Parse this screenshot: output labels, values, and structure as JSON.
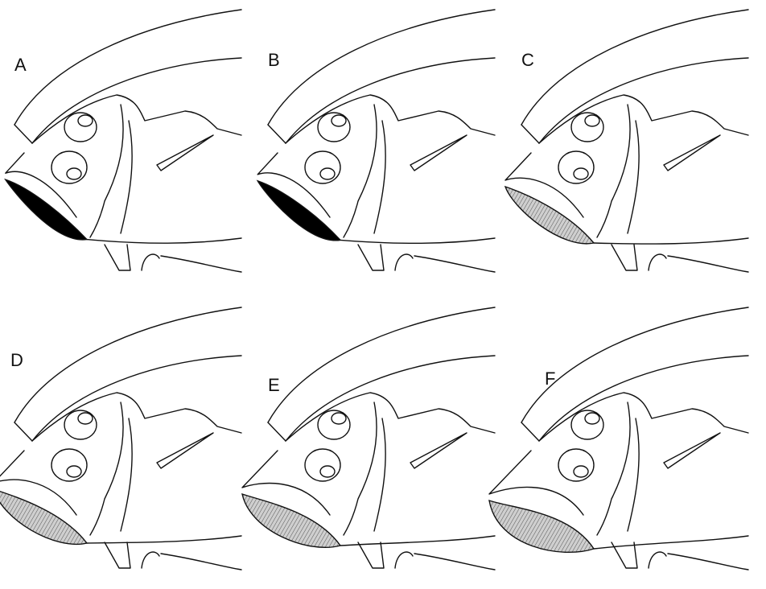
{
  "panels": [
    {
      "label": "A",
      "gape_level": 0.08
    },
    {
      "label": "B",
      "gape_level": 0.12
    },
    {
      "label": "C",
      "gape_level": 0.3
    },
    {
      "label": "D",
      "gape_level": 0.45
    },
    {
      "label": "E",
      "gape_level": 0.6
    },
    {
      "label": "F",
      "gape_level": 0.8
    }
  ],
  "colors": {
    "line": "#111111",
    "buccal_fill_closed": "#000000",
    "buccal_fill_open": "#a9a9a9",
    "background": "#ffffff"
  }
}
